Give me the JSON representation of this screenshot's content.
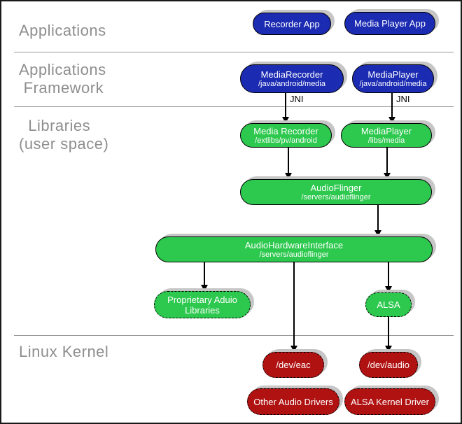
{
  "colors": {
    "blue": "#1b2bb2",
    "green": "#2dc84e",
    "red": "#b01111",
    "shadow": "#c6c6c6",
    "label_gray": "#8e8e8e",
    "divider": "#999999"
  },
  "layer_labels": {
    "applications": "Applications",
    "framework": "Applications\n Framework",
    "libraries": "  Libraries\n(user space)",
    "kernel": "Linux Kernel"
  },
  "jni": {
    "left": "JNI",
    "right": "JNI"
  },
  "nodes": {
    "recorder_app": {
      "title": "Recorder App"
    },
    "media_player_app": {
      "title": "Media Player App"
    },
    "media_recorder_fw": {
      "title": "MediaRecorder",
      "subtitle": "/java/android/media"
    },
    "media_player_fw": {
      "title": "MediaPlayer",
      "subtitle": "/java/android/media"
    },
    "media_recorder_lib": {
      "title": "Media Recorder",
      "subtitle": "/extlibs/pv/android"
    },
    "media_player_lib": {
      "title": "MediaPlayer",
      "subtitle": "/libs/media"
    },
    "audioflinger": {
      "title": "AudioFlinger",
      "subtitle": "/servers/audioflinger"
    },
    "audio_hardware_interface": {
      "title": "AudioHardwareInterface",
      "subtitle": "/servers/audioflinger"
    },
    "proprietary_audio_libraries": {
      "title": "Proprietary Aduio Libraries"
    },
    "alsa": {
      "title": "ALSA"
    },
    "dev_eac": {
      "title": "/dev/eac"
    },
    "dev_audio": {
      "title": "/dev/audio"
    },
    "other_audio_drivers": {
      "title": "Other Audio Drivers"
    },
    "alsa_kernel_driver": {
      "title": "ALSA Kernel Driver"
    }
  }
}
